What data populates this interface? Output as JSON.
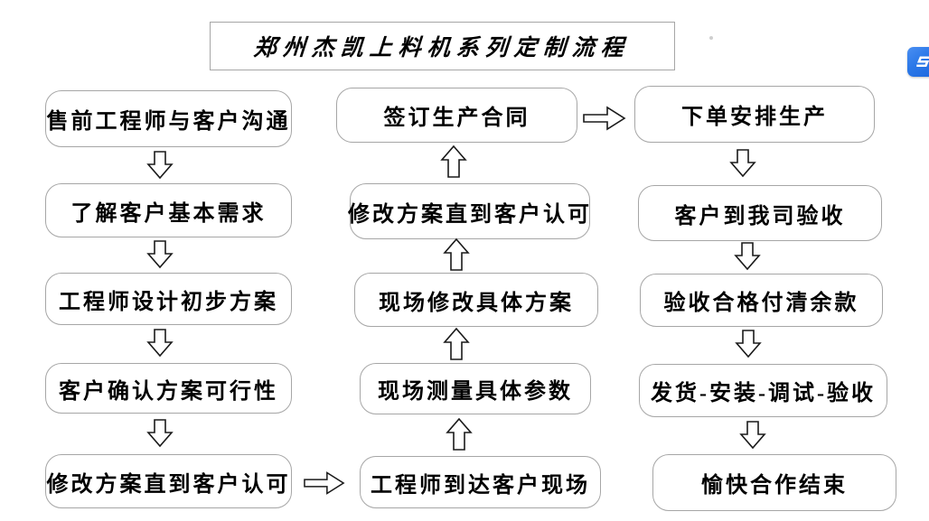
{
  "title": "郑州杰凯上料机系列定制流程",
  "boxes": {
    "left": [
      "售前工程师与客户沟通",
      "了解客户基本需求",
      "工程师设计初步方案",
      "客户确认方案可行性",
      "修改方案直到客户认可"
    ],
    "middle": [
      "签订生产合同",
      "修改方案直到客户认可",
      "现场修改具体方案",
      "现场测量具体参数",
      "工程师到达客户现场"
    ],
    "right": [
      "下单安排生产",
      "客户到我司验收",
      "验收合格付清余款",
      "发货-安装-调试-验收",
      "愉快合作结束"
    ]
  },
  "colors": {
    "box_border": "#a6a6a6",
    "box_text": "#000000",
    "arrow_outline": "#1a1a1a",
    "float_icon_blue": "#2b78e8"
  },
  "icons": {
    "float_icon": "s-logo-icon",
    "vertical_flow": "block-arrow-down-icon / block-arrow-up-icon",
    "horizontal_flow": "block-arrow-right-icon"
  }
}
